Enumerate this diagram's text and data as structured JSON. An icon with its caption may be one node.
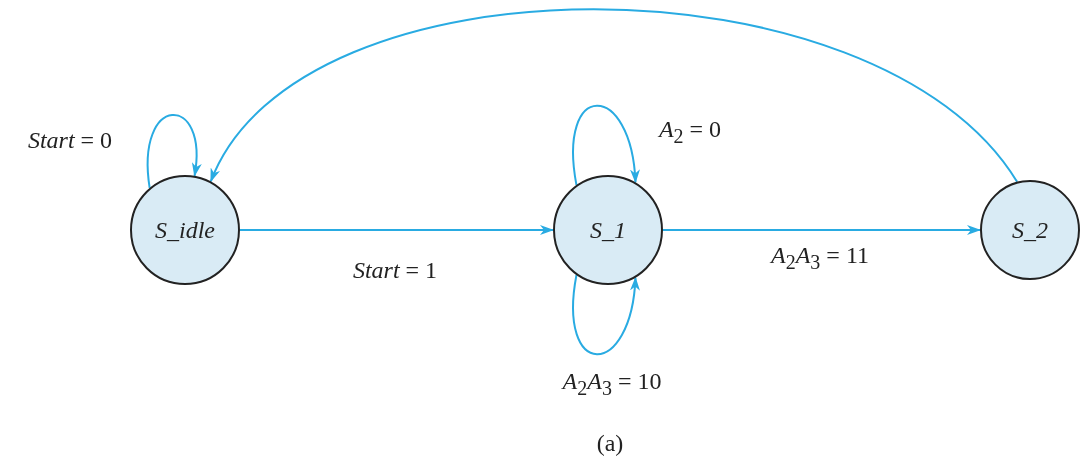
{
  "diagram": {
    "caption": "(a)",
    "nodes": [
      {
        "text": [
          "S_idle"
        ]
      },
      {
        "text": [
          "S_1"
        ]
      },
      {
        "text": [
          "S_2"
        ]
      }
    ],
    "edges": [
      {
        "from": 0,
        "to": 0,
        "arrow": "to",
        "label": "*Start* = 0"
      },
      {
        "from": 0,
        "to": 1,
        "arrow": "to",
        "label": "*Start* = 1"
      },
      {
        "from": 1,
        "to": 1,
        "arrow": "to",
        "label": "*A*$_{2}$ = 0"
      },
      {
        "from": 1,
        "to": 1,
        "arrow": "to",
        "label": "*A*$_{2}$*A*$_{3}$ = 10"
      },
      {
        "from": 1,
        "to": 2,
        "arrow": "to",
        "label": "*A*$_{2}$*A*$_{3}$ = 11"
      },
      {
        "from": 2,
        "to": 0,
        "arrow": "to"
      }
    ]
  }
}
